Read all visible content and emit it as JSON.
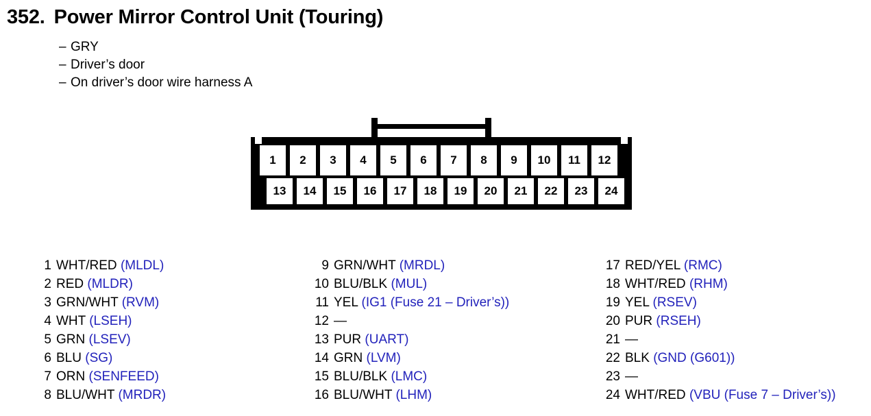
{
  "title": {
    "number": "352.",
    "name": "Power Mirror Control Unit (Touring)"
  },
  "subtitle_lines": [
    "GRY",
    "Driver’s door",
    "On driver’s door wire harness A"
  ],
  "connector": {
    "top_row_pins": [
      "1",
      "2",
      "3",
      "4",
      "5",
      "6",
      "7",
      "8",
      "9",
      "10",
      "11",
      "12"
    ],
    "bottom_row_pins": [
      "13",
      "14",
      "15",
      "16",
      "17",
      "18",
      "19",
      "20",
      "21",
      "22",
      "23",
      "24"
    ]
  },
  "colors": {
    "signal_text": "#2222bb",
    "wire_text": "#000000",
    "connector_outline": "#000000"
  },
  "pin_columns": [
    [
      {
        "no": "1",
        "wire": "WHT/RED",
        "sig": "(MLDL)"
      },
      {
        "no": "2",
        "wire": "RED",
        "sig": "(MLDR)"
      },
      {
        "no": "3",
        "wire": "GRN/WHT",
        "sig": "(RVM)"
      },
      {
        "no": "4",
        "wire": "WHT",
        "sig": "(LSEH)"
      },
      {
        "no": "5",
        "wire": "GRN",
        "sig": "(LSEV)"
      },
      {
        "no": "6",
        "wire": "BLU",
        "sig": "(SG)"
      },
      {
        "no": "7",
        "wire": "ORN",
        "sig": "(SENFEED)"
      },
      {
        "no": "8",
        "wire": "BLU/WHT",
        "sig": "(MRDR)"
      }
    ],
    [
      {
        "no": "9",
        "wire": "GRN/WHT",
        "sig": "(MRDL)"
      },
      {
        "no": "10",
        "wire": "BLU/BLK",
        "sig": "(MUL)"
      },
      {
        "no": "11",
        "wire": "YEL",
        "sig": "(IG1 (Fuse 21 – Driver’s))"
      },
      {
        "no": "12",
        "wire": "—",
        "sig": ""
      },
      {
        "no": "13",
        "wire": "PUR",
        "sig": "(UART)"
      },
      {
        "no": "14",
        "wire": "GRN",
        "sig": "(LVM)"
      },
      {
        "no": "15",
        "wire": "BLU/BLK",
        "sig": "(LMC)"
      },
      {
        "no": "16",
        "wire": "BLU/WHT",
        "sig": "(LHM)"
      }
    ],
    [
      {
        "no": "17",
        "wire": "RED/YEL",
        "sig": "(RMC)"
      },
      {
        "no": "18",
        "wire": "WHT/RED",
        "sig": "(RHM)"
      },
      {
        "no": "19",
        "wire": "YEL",
        "sig": "(RSEV)"
      },
      {
        "no": "20",
        "wire": "PUR",
        "sig": "(RSEH)"
      },
      {
        "no": "21",
        "wire": "—",
        "sig": ""
      },
      {
        "no": "22",
        "wire": "BLK",
        "sig": "(GND (G601))"
      },
      {
        "no": "23",
        "wire": "—",
        "sig": ""
      },
      {
        "no": "24",
        "wire": "WHT/RED",
        "sig": "(VBU (Fuse 7 – Driver’s))"
      }
    ]
  ]
}
